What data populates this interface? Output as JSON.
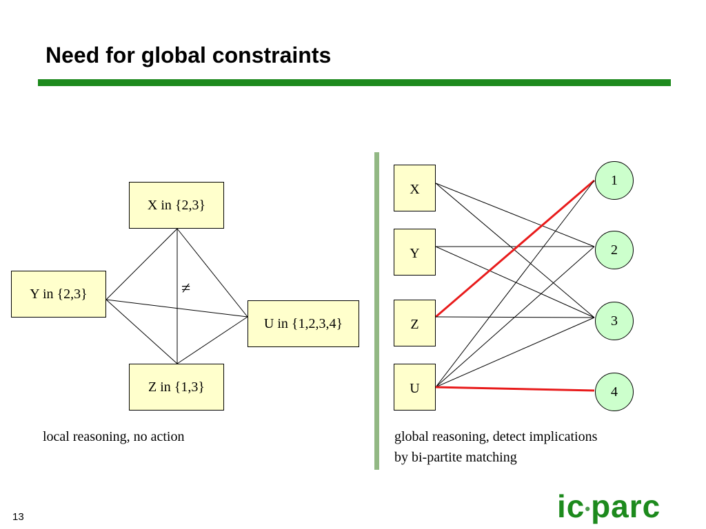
{
  "slide": {
    "title": "Need for global constraints",
    "number": "13",
    "accent_color": "#1d8a1d",
    "highlight_color": "#e81b1b"
  },
  "local_graph": {
    "nodes": {
      "x": "X in {2,3}",
      "y": "Y in {2,3}",
      "u": "U in {1,2,3,4}",
      "z": "Z in {1,3}"
    },
    "neq_symbol": "≠",
    "caption": "local reasoning, no action"
  },
  "bipartite_graph": {
    "variables": [
      "X",
      "Y",
      "Z",
      "U"
    ],
    "values": [
      "1",
      "2",
      "3",
      "4"
    ],
    "edges": [
      {
        "from": "X",
        "to": "2",
        "highlight": false
      },
      {
        "from": "X",
        "to": "3",
        "highlight": false
      },
      {
        "from": "Y",
        "to": "2",
        "highlight": false
      },
      {
        "from": "Y",
        "to": "3",
        "highlight": false
      },
      {
        "from": "Z",
        "to": "1",
        "highlight": true
      },
      {
        "from": "Z",
        "to": "3",
        "highlight": false
      },
      {
        "from": "U",
        "to": "1",
        "highlight": false
      },
      {
        "from": "U",
        "to": "2",
        "highlight": false
      },
      {
        "from": "U",
        "to": "3",
        "highlight": false
      },
      {
        "from": "U",
        "to": "4",
        "highlight": true
      }
    ],
    "caption_line1": "global reasoning, detect implications",
    "caption_line2": "by bi-partite matching"
  },
  "logo": {
    "part1": "ic",
    "separator": "•",
    "part2": "parc"
  }
}
